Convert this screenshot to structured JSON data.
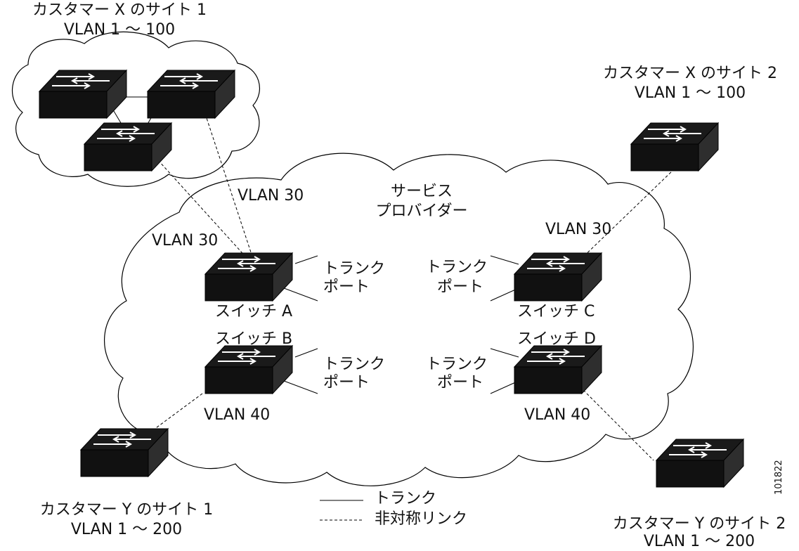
{
  "sites": {
    "x1": {
      "name": "カスタマー X のサイト 1",
      "vlan": "VLAN 1 ～ 100"
    },
    "x2": {
      "name": "カスタマー X のサイト 2",
      "vlan": "VLAN 1 ～ 100"
    },
    "y1": {
      "name": "カスタマー Y のサイト 1",
      "vlan": "VLAN 1 ～ 200"
    },
    "y2": {
      "name": "カスタマー Y のサイト 2",
      "vlan": "VLAN 1 ～ 200"
    }
  },
  "provider": {
    "line1": "サービス",
    "line2": "プロバイダー"
  },
  "switches": {
    "a": "スイッチ A",
    "b": "スイッチ B",
    "c": "スイッチ C",
    "d": "スイッチ D"
  },
  "trunk_port": {
    "line1": "トランク",
    "line2": "ポート"
  },
  "vlans": {
    "v30": "VLAN 30",
    "v40": "VLAN 40"
  },
  "legend": {
    "trunk": "トランク",
    "asymmetric": "非対称リンク"
  },
  "figure_id": "101822"
}
